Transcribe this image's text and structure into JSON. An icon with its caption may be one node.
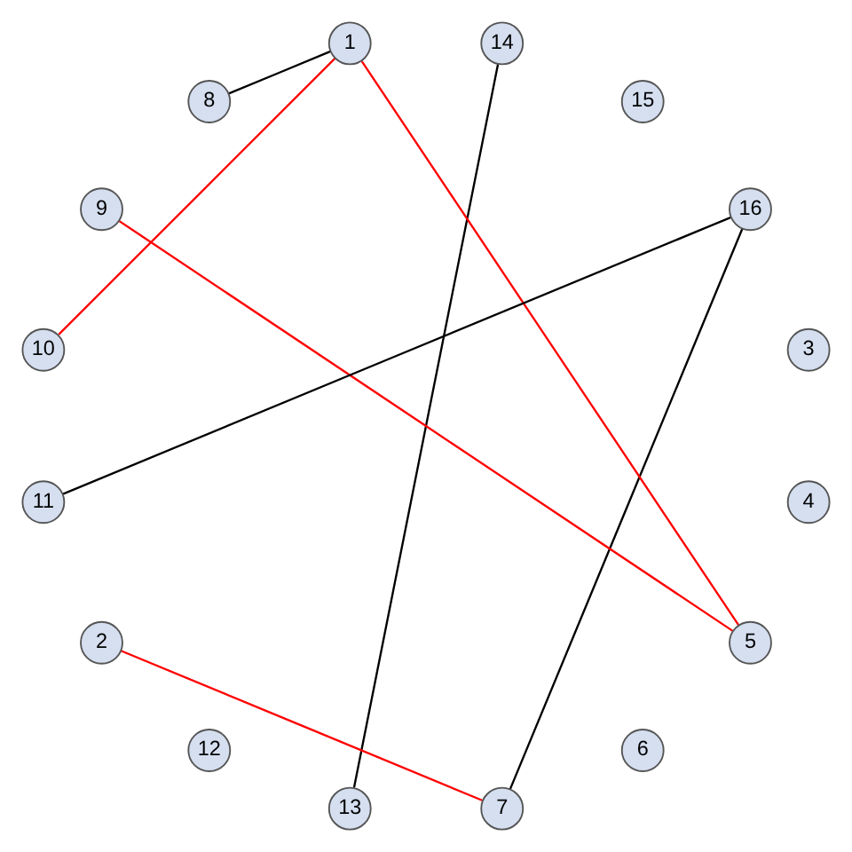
{
  "diagram": {
    "nodes": [
      {
        "text": [
          "1"
        ]
      },
      {
        "text": [
          "2"
        ]
      },
      {
        "text": [
          "3"
        ]
      },
      {
        "text": [
          "4"
        ]
      },
      {
        "text": [
          "5"
        ]
      },
      {
        "text": [
          "6"
        ]
      },
      {
        "text": [
          "7"
        ]
      },
      {
        "text": [
          "8"
        ]
      },
      {
        "text": [
          "9"
        ]
      },
      {
        "text": [
          "10"
        ]
      },
      {
        "text": [
          "11"
        ]
      },
      {
        "text": [
          "12"
        ]
      },
      {
        "text": [
          "13"
        ]
      },
      {
        "text": [
          "14"
        ]
      },
      {
        "text": [
          "15"
        ]
      },
      {
        "text": [
          "16"
        ]
      }
    ],
    "edges": [
      {
        "from": 7,
        "to": 0,
        "arrow": "none"
      },
      {
        "from": 0,
        "to": 9,
        "arrow": "none",
        "color": "#ff0000"
      },
      {
        "from": 0,
        "to": 4,
        "arrow": "none",
        "color": "#ff0000"
      },
      {
        "from": 13,
        "to": 12,
        "arrow": "none"
      },
      {
        "from": 8,
        "to": 4,
        "arrow": "none",
        "color": "#ff0000"
      },
      {
        "from": 10,
        "to": 15,
        "arrow": "none"
      },
      {
        "from": 15,
        "to": 6,
        "arrow": "none"
      },
      {
        "from": 1,
        "to": 6,
        "arrow": "none",
        "color": "#ff0000"
      }
    ]
  }
}
